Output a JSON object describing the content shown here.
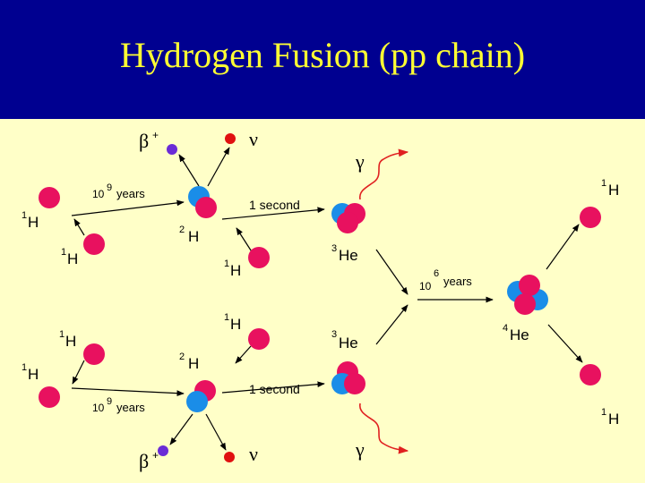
{
  "title": "Hydrogen Fusion (pp chain)",
  "colors": {
    "header_bg": "#000090",
    "title_text": "#ffff33",
    "diagram_bg": "#ffffc8",
    "proton": "#e8115f",
    "neutron": "#1a8de8",
    "positron": "#6a2bd6",
    "neutrino": "#e01010",
    "photon_arrow": "#e02020"
  },
  "labels": {
    "proton": "H",
    "proton_mass": "1",
    "deuterium": "H",
    "deuterium_mass": "2",
    "helium3": "He",
    "helium3_mass": "3",
    "helium4": "He",
    "helium4_mass": "4",
    "positron": "β",
    "positron_charge": "+",
    "neutrino": "ν",
    "gamma": "γ",
    "time_pp_base": "10",
    "time_pp_exp": "9",
    "time_pp_unit": "years",
    "time_deut": "1 second",
    "time_he3_base": "10",
    "time_he3_exp": "6",
    "time_he3_unit": "years"
  }
}
